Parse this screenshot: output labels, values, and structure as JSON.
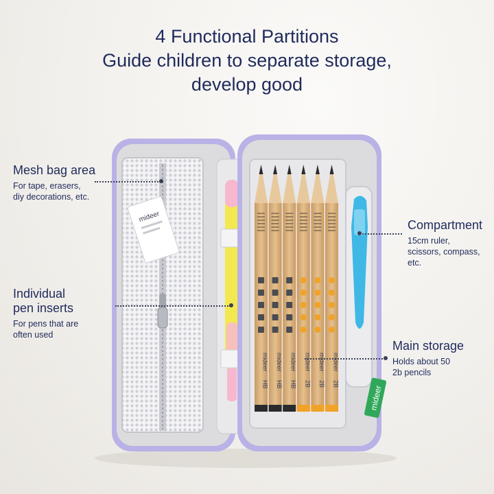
{
  "headline": {
    "line1": "4 Functional Partitions",
    "line2": "Guide children to separate storage,",
    "line3": "develop good"
  },
  "callouts": {
    "mesh": {
      "title": "Mesh bag area",
      "desc1": "For tape, erasers,",
      "desc2": "diy decorations, etc."
    },
    "pen": {
      "title1": "Individual",
      "title2": "pen inserts",
      "desc1": "For pens that are",
      "desc2": "often used"
    },
    "compartment": {
      "title": "Compartment",
      "desc1": "15cm ruler,",
      "desc2": "scissors, compass,",
      "desc3": "etc."
    },
    "main": {
      "title": "Main storage",
      "desc1": "Holds about 50",
      "desc2": "2b pencils"
    }
  },
  "product": {
    "brand_tag": "mideer",
    "eraser_brand": "mideer",
    "pencil_brand": "mideer",
    "pencil_grades": [
      "HB",
      "HB",
      "HB",
      "2B",
      "2B",
      "2B"
    ],
    "colors": {
      "case_trim": "#b9b2e6",
      "case_lining": "#dcdcde",
      "pencil_wood": "#d9b07c",
      "pencil_end_black": "#2b2b2e",
      "pencil_end_orange": "#f0a326",
      "pen_yellow": "#f3e84f",
      "pen_pink": "#f7b8cf",
      "ruler_blue": "#3fb8e6",
      "tag_green": "#2fa85a",
      "text_navy": "#1f2a5c"
    }
  }
}
